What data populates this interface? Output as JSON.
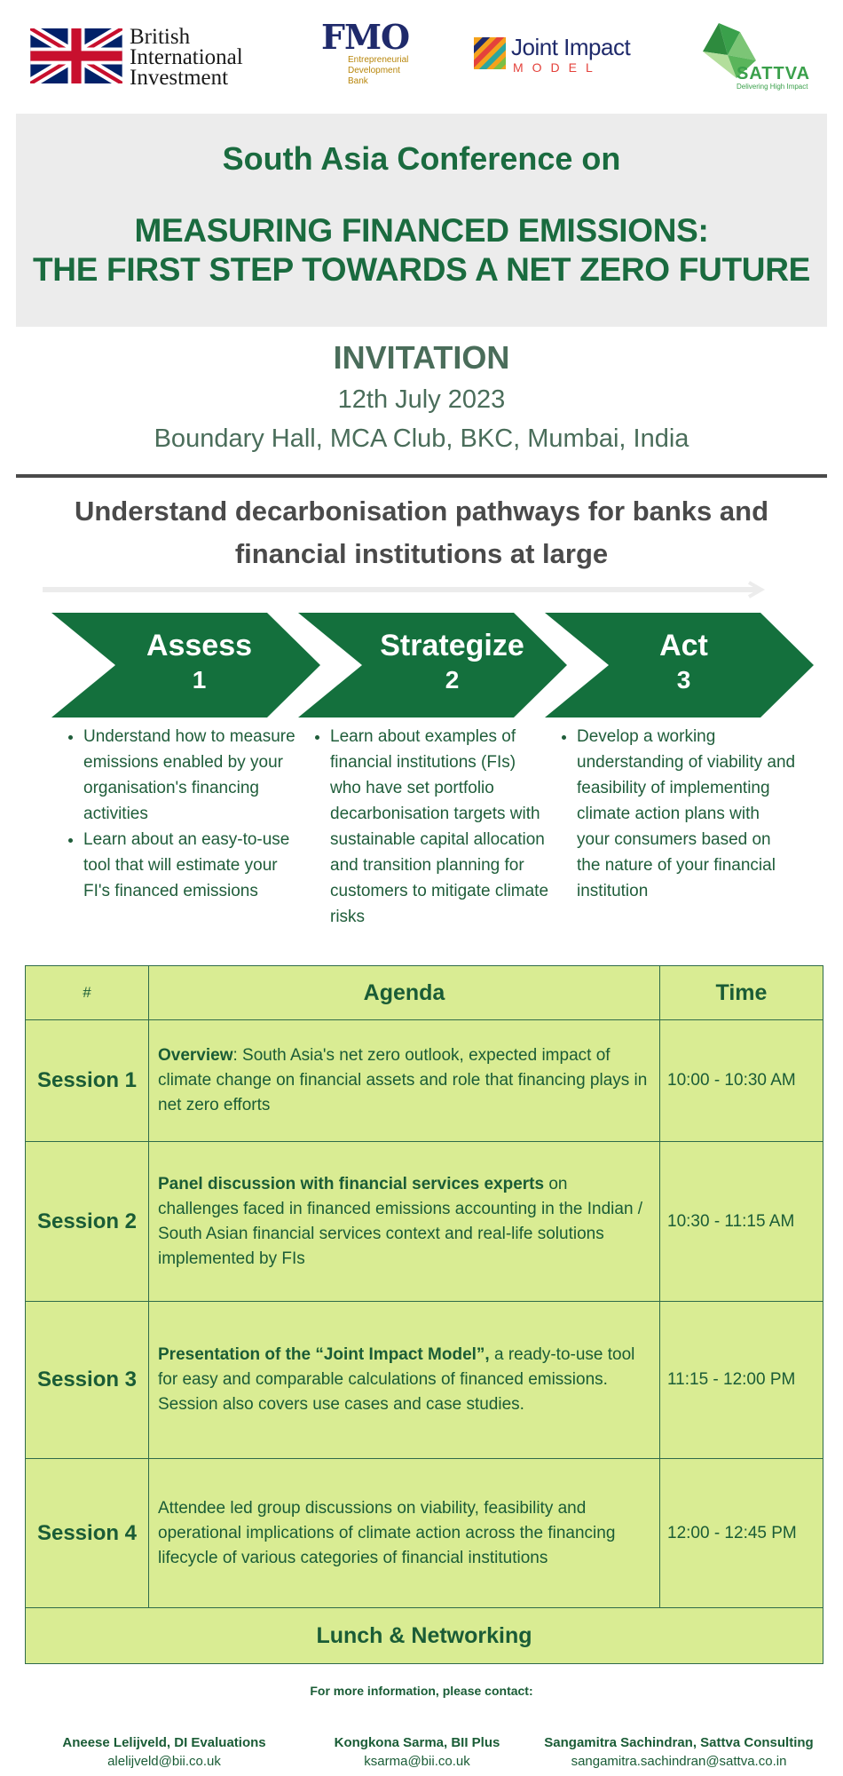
{
  "logos": {
    "bii": [
      "British",
      "International",
      "Investment"
    ],
    "fmo": {
      "name": "FMO",
      "sub": [
        "Entrepreneurial",
        "Development",
        "Bank"
      ]
    },
    "jim": {
      "line1": "Joint Impact",
      "line2": "MODEL"
    },
    "sattva": {
      "name": "SATTVA",
      "tagline": "Delivering High Impact"
    }
  },
  "banner": {
    "pre": "South Asia Conference on",
    "title1": "MEASURING FINANCED EMISSIONS:",
    "title2": "THE FIRST STEP TOWARDS A NET ZERO FUTURE"
  },
  "invitation": {
    "heading": "INVITATION",
    "date": "12th July 2023",
    "venue": "Boundary Hall, MCA Club, BKC, Mumbai, India"
  },
  "subheading": {
    "line1": "Understand decarbonisation pathways for banks and",
    "line2": "financial institutions at large"
  },
  "steps": [
    {
      "label": "Assess",
      "num": "1"
    },
    {
      "label": "Strategize",
      "num": "2"
    },
    {
      "label": "Act",
      "num": "3"
    }
  ],
  "bullets": {
    "assess": [
      "Understand how to measure emissions enabled by your organisation's financing activities",
      "Learn about an easy-to-use tool that will estimate your FI's financed emissions"
    ],
    "strategize": [
      "Learn about examples of financial institutions (FIs) who have set portfolio decarbonisation targets with sustainable capital allocation and transition planning for customers to mitigate climate risks"
    ],
    "act": [
      "Develop a working understanding of viability and feasibility of implementing climate action plans with your consumers based on the nature of your financial institution"
    ]
  },
  "agenda": {
    "headers": {
      "num": "#",
      "agenda": "Agenda",
      "time": "Time"
    },
    "rows": [
      {
        "session": "Session 1",
        "bold": "Overview",
        "text": ": South Asia's net zero outlook, expected impact of climate change on financial assets and role that financing plays in net zero efforts",
        "time": "10:00 - 10:30 AM"
      },
      {
        "session": "Session 2",
        "bold": "Panel discussion with financial services experts",
        "text": " on challenges faced in financed emissions accounting in the Indian / South Asian financial services context and real-life solutions implemented by FIs",
        "time": "10:30 - 11:15 AM"
      },
      {
        "session": "Session 3",
        "bold": "Presentation of the “Joint Impact Model”,",
        "text": " a ready-to-use tool for easy and comparable calculations of financed emissions. Session also covers use cases and case studies.",
        "time": "11:15 - 12:00 PM"
      },
      {
        "session": "Session 4",
        "bold": "",
        "text": "Attendee led group discussions on viability, feasibility and operational implications of climate action across the financing lifecycle of various categories of financial institutions",
        "time": "12:00 - 12:45 PM"
      }
    ],
    "lunch": "Lunch & Networking"
  },
  "contact": {
    "heading": "For more information, please contact:",
    "people": [
      {
        "name": "Aneese Lelijveld,  DI Evaluations",
        "email": "alelijveld@bii.co.uk"
      },
      {
        "name": "Kongkona  Sarma,  BII Plus",
        "email": "ksarma@bii.co.uk"
      },
      {
        "name": "Sangamitra Sachindran, Sattva Consulting",
        "email": "sangamitra.sachindran@sattva.co.in"
      }
    ]
  },
  "colors": {
    "green_dark": "#14703d",
    "green_light": "#d9ec93",
    "banner_bg": "#ececec"
  }
}
